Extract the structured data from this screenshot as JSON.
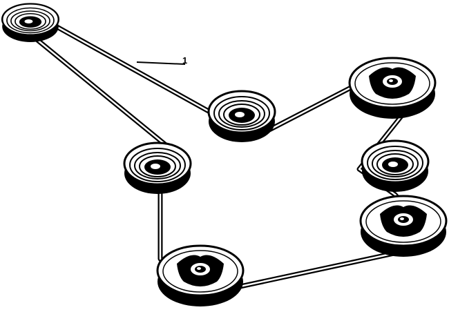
{
  "diagram": {
    "callout_number": "1",
    "colors": {
      "ink": "#000000",
      "paper": "#ffffff"
    },
    "pulleys": [
      {
        "id": "top-left",
        "style": "idler"
      },
      {
        "id": "center-idler",
        "style": "idler"
      },
      {
        "id": "left-idler",
        "style": "idler"
      },
      {
        "id": "right-top",
        "style": "spindle"
      },
      {
        "id": "right-middle",
        "style": "idler"
      },
      {
        "id": "right-bottom",
        "style": "spindle"
      },
      {
        "id": "bottom-center",
        "style": "spindle"
      }
    ]
  }
}
